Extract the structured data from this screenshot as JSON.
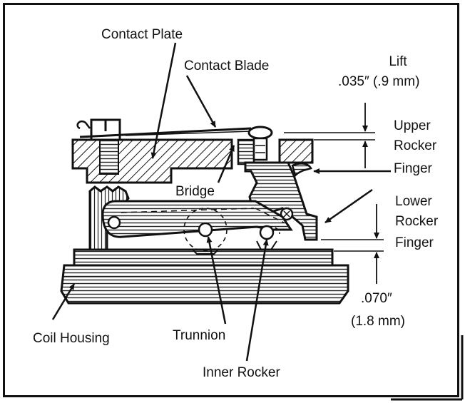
{
  "labels": {
    "contact_plate": "Contact Plate",
    "contact_blade": "Contact Blade",
    "lift_title": "Lift",
    "lift_value": ".035″ (.9 mm)",
    "upper_rocker_line1": "Upper",
    "upper_rocker_line2": "Rocker",
    "upper_rocker_line3": "Finger",
    "bridge": "Bridge",
    "lower_rocker_line1": "Lower",
    "lower_rocker_line2": "Rocker",
    "lower_rocker_line3": "Finger",
    "gap_value_line1": ".070″",
    "gap_value_line2": "(1.8 mm)",
    "coil_housing": "Coil Housing",
    "trunnion": "Trunnion",
    "inner_rocker": "Inner Rocker"
  }
}
